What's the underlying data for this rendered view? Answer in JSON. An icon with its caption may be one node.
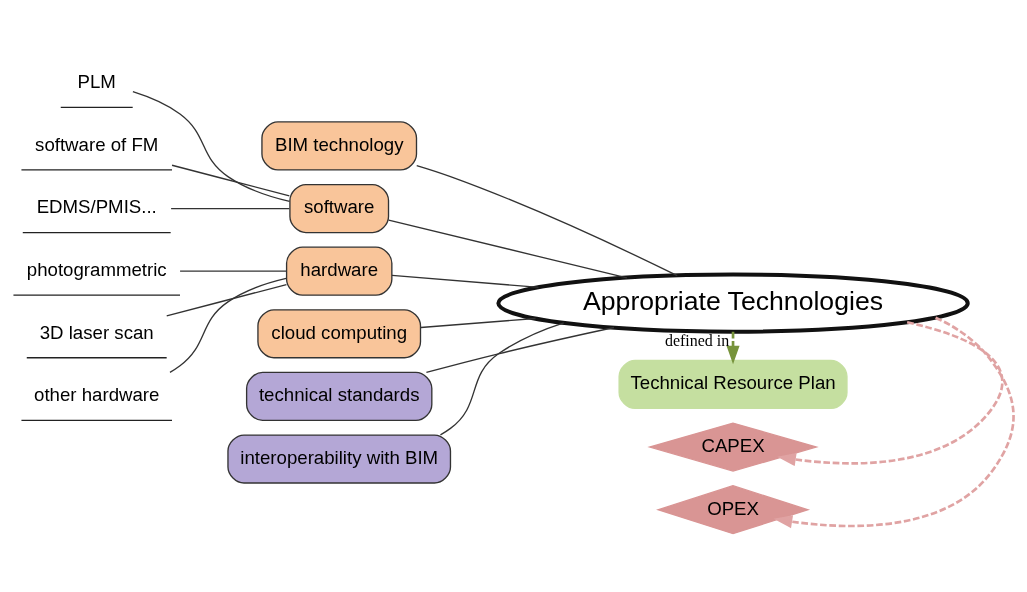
{
  "diagram": {
    "nodes": [
      {
        "text": [
          "Appropriate Technologies"
        ]
      },
      {
        "text": [
          "BIM technology"
        ]
      },
      {
        "text": [
          "software"
        ]
      },
      {
        "text": [
          "PLM"
        ]
      },
      {
        "text": [
          "software of FM"
        ]
      },
      {
        "text": [
          "EDMS/PMIS..."
        ]
      },
      {
        "text": [
          "hardware"
        ]
      },
      {
        "text": [
          "photogrammetric"
        ]
      },
      {
        "text": [
          "3D laser scan"
        ]
      },
      {
        "text": [
          "other hardware"
        ]
      },
      {
        "text": [
          "cloud computing"
        ]
      },
      {
        "text": [
          "technical standards"
        ]
      },
      {
        "text": [
          "interoperability with BIM"
        ]
      },
      {
        "text": [
          "OPEX"
        ]
      },
      {
        "text": [
          "CAPEX"
        ]
      },
      {
        "text": [
          "Technical Resource Plan"
        ]
      }
    ],
    "edges": [
      {
        "from": 0,
        "to": 1,
        "arrow": "none"
      },
      {
        "from": 0,
        "to": 2,
        "arrow": "none"
      },
      {
        "from": 2,
        "to": 3,
        "arrow": "none"
      },
      {
        "from": 2,
        "to": 4,
        "arrow": "none"
      },
      {
        "from": 2,
        "to": 5,
        "arrow": "none"
      },
      {
        "from": 0,
        "to": 6,
        "arrow": "none"
      },
      {
        "from": 6,
        "to": 7,
        "arrow": "none"
      },
      {
        "from": 6,
        "to": 8,
        "arrow": "none"
      },
      {
        "from": 6,
        "to": 9,
        "arrow": "none"
      },
      {
        "from": 0,
        "to": 10,
        "arrow": "none"
      },
      {
        "from": 0,
        "to": 11,
        "arrow": "none"
      },
      {
        "from": 0,
        "to": 12,
        "arrow": "none"
      },
      {
        "from": 0,
        "to": 13,
        "arrow": "to",
        "style": "dashed",
        "color": "#e0a3a3"
      },
      {
        "from": 0,
        "to": 14,
        "arrow": "to",
        "style": "dashed",
        "color": "#e0a3a3"
      },
      {
        "from": 0,
        "to": 15,
        "arrow": "to",
        "style": "dashed",
        "color": "#77933c",
        "label": "defined in"
      }
    ]
  }
}
